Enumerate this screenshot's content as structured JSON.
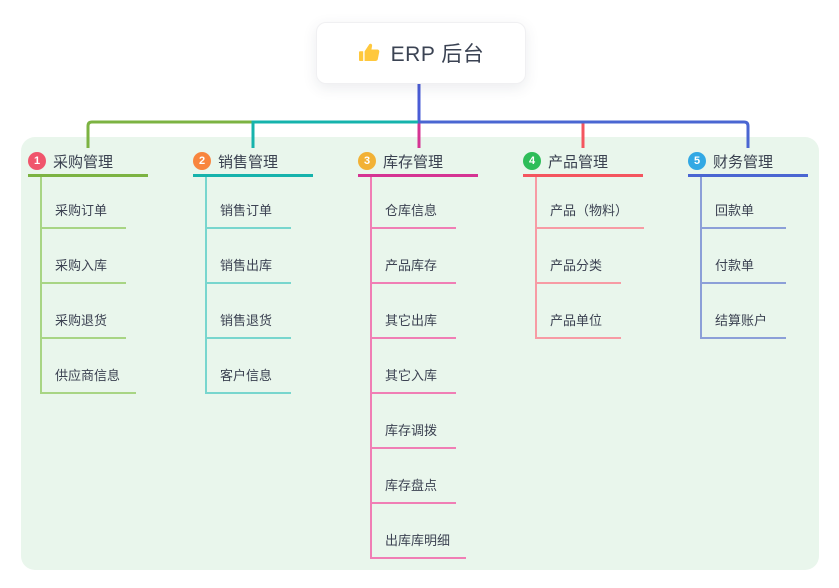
{
  "root": {
    "title": "ERP 后台",
    "icon": "thumbs-up-icon"
  },
  "colors": {
    "canvas_background": "#FFFFFF",
    "panel_background": "#E9F6EC",
    "root_connector": "#4A5CD6",
    "text_dark": "#3A4150"
  },
  "branches": [
    {
      "number": "1",
      "label": "采购管理",
      "badge_color": "#F0556C",
      "line_color": "#7CB342",
      "sub_line_color": "#A8D584",
      "children": [
        "采购订单",
        "采购入库",
        "采购退货",
        "供应商信息"
      ]
    },
    {
      "number": "2",
      "label": "销售管理",
      "badge_color": "#F8853E",
      "line_color": "#16B3AC",
      "sub_line_color": "#78D6CE",
      "children": [
        "销售订单",
        "销售出库",
        "销售退货",
        "客户信息"
      ]
    },
    {
      "number": "3",
      "label": "库存管理",
      "badge_color": "#F2B135",
      "line_color": "#D53493",
      "sub_line_color": "#F07EB5",
      "children": [
        "仓库信息",
        "产品库存",
        "其它出库",
        "其它入库",
        "库存调拨",
        "库存盘点",
        "出库库明细"
      ]
    },
    {
      "number": "4",
      "label": "产品管理",
      "badge_color": "#2EBD59",
      "line_color": "#F4555F",
      "sub_line_color": "#F79BA4",
      "children": [
        "产品（物料）",
        "产品分类",
        "产品单位"
      ]
    },
    {
      "number": "5",
      "label": "财务管理",
      "badge_color": "#32A8E4",
      "line_color": "#4A66D2",
      "sub_line_color": "#8C9FD8",
      "children": [
        "回款单",
        "付款单",
        "结算账户"
      ]
    }
  ]
}
